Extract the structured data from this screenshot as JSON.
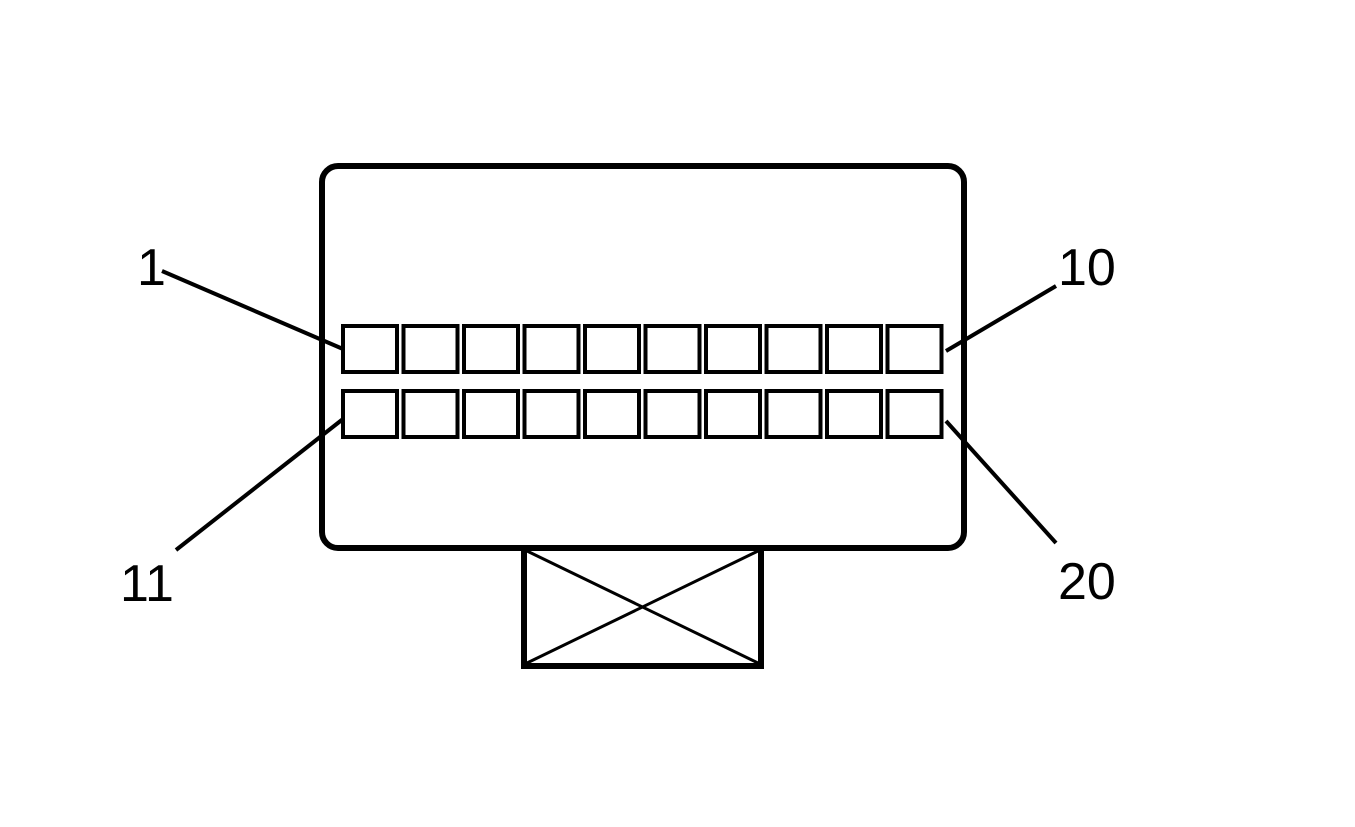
{
  "connector": {
    "row_top": {
      "first_pin_label": "1",
      "last_pin_label": "10",
      "pin_count": 10
    },
    "row_bottom": {
      "first_pin_label": "11",
      "last_pin_label": "20",
      "pin_count": 10
    }
  },
  "colors": {
    "stroke": "#000000",
    "background": "#ffffff"
  }
}
